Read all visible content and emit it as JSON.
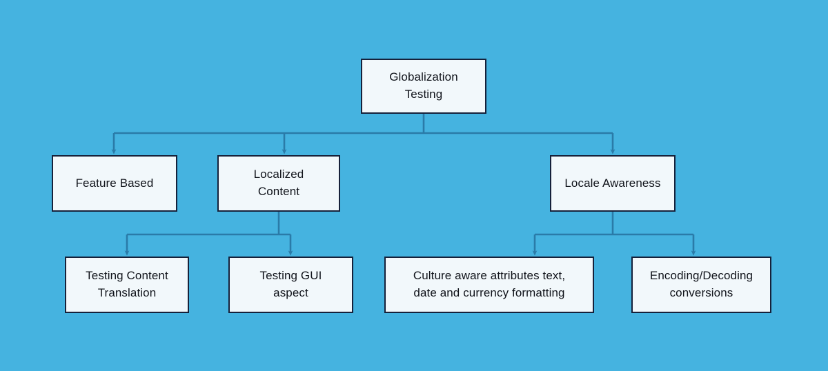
{
  "diagram": {
    "type": "tree-hierarchy",
    "title": "Globalization Testing",
    "background_color": "#45b3e0",
    "node_fill_color": "#f2f8fb",
    "node_border_color": "#16213a",
    "connector_color": "#2a7ba8",
    "nodes": {
      "root": {
        "label": "Globalization\nTesting"
      },
      "feature_based": {
        "label": "Feature Based"
      },
      "localized_content": {
        "label": "Localized\nContent"
      },
      "locale_awareness": {
        "label": "Locale Awareness"
      },
      "testing_content_translation": {
        "label": "Testing Content\nTranslation"
      },
      "testing_gui_aspect": {
        "label": "Testing GUI\naspect"
      },
      "culture_aware_attributes": {
        "label": "Culture aware attributes text,\ndate and currency formatting"
      },
      "encoding_decoding": {
        "label": "Encoding/Decoding\nconversions"
      }
    },
    "edges": [
      {
        "from": "root",
        "to": "feature_based"
      },
      {
        "from": "root",
        "to": "localized_content"
      },
      {
        "from": "root",
        "to": "locale_awareness"
      },
      {
        "from": "localized_content",
        "to": "testing_content_translation"
      },
      {
        "from": "localized_content",
        "to": "testing_gui_aspect"
      },
      {
        "from": "locale_awareness",
        "to": "culture_aware_attributes"
      },
      {
        "from": "locale_awareness",
        "to": "encoding_decoding"
      }
    ]
  }
}
